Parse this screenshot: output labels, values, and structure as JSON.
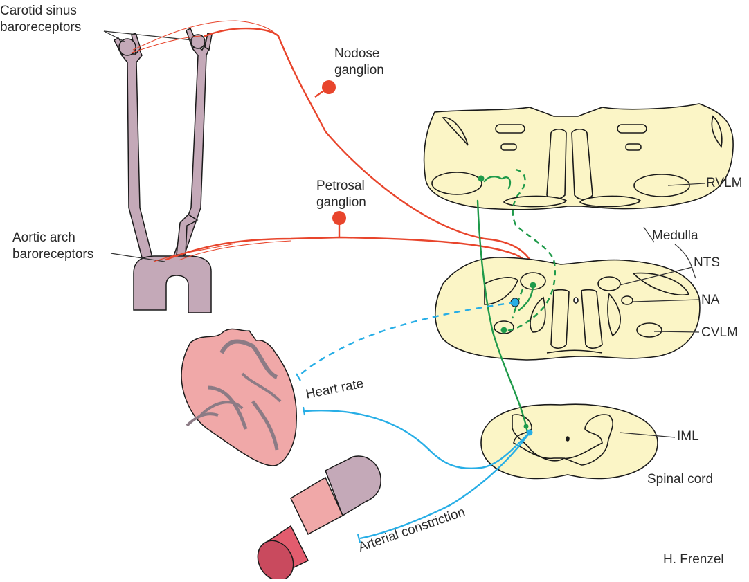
{
  "labels": {
    "carotid_sinus_line1": "Carotid sinus",
    "carotid_sinus_line2": "baroreceptors",
    "nodose_line1": "Nodose",
    "nodose_line2": "ganglion",
    "petrosal_line1": "Petrosal",
    "petrosal_line2": "ganglion",
    "aortic_line1": "Aortic arch",
    "aortic_line2": "baroreceptors",
    "rvlm": "RVLM",
    "medulla": "Medulla",
    "nts": "NTS",
    "na": "NA",
    "cvlm": "CVLM",
    "heart_rate": "Heart rate",
    "iml": "IML",
    "spinal_cord": "Spinal cord",
    "arterial_constriction": "Arterial constriction",
    "credit": "H. Frenzel"
  },
  "colors": {
    "afferent": "#e8452c",
    "interneuron": "#1f9a4a",
    "efferent": "#27aee6",
    "tissue": "#fbf5c6",
    "vessel": "#c4a9b8",
    "heart": "#f0a8a8",
    "heart_vessel": "#8c7b85",
    "artery_lumen": "#e25c6e",
    "outline": "#1a1a1a"
  }
}
